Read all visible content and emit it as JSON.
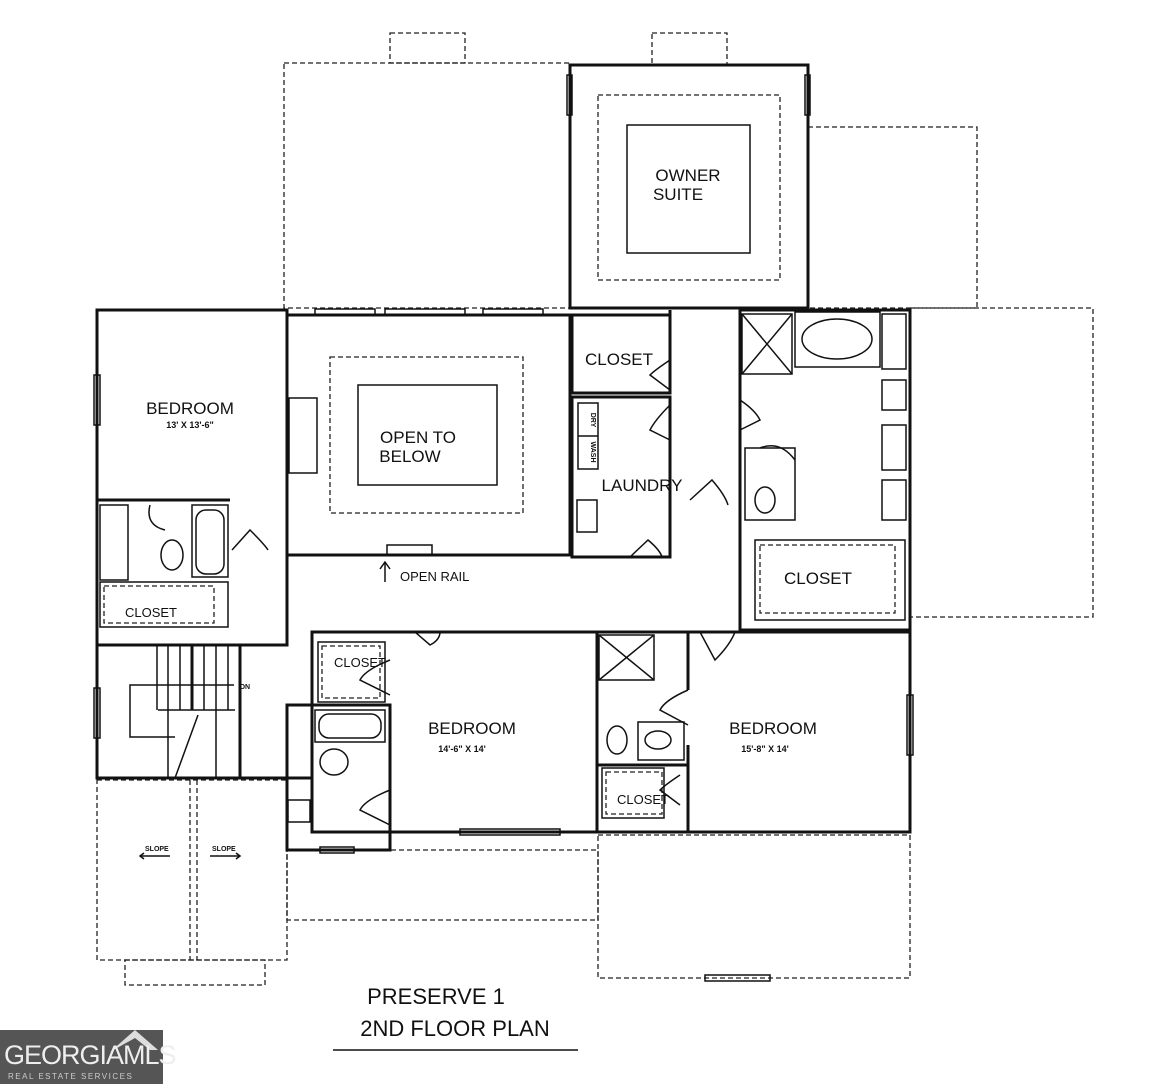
{
  "plan": {
    "title_line1": "PRESERVE 1",
    "title_line2": "2ND FLOOR PLAN",
    "rooms": {
      "owner_suite_1": "OWNER",
      "owner_suite_2": "SUITE",
      "open_below_1": "OPEN TO",
      "open_below_2": "BELOW",
      "bedroom1": "BEDROOM",
      "bedroom1_dim": "13' X 13'-6\"",
      "bedroom2": "BEDROOM",
      "bedroom2_dim": "14'-6\" X 14'",
      "bedroom3": "BEDROOM",
      "bedroom3_dim": "15'-8\" X 14'",
      "closet_top": "CLOSET",
      "closet_left": "CLOSET",
      "closet_mid": "CLOSET",
      "closet_right": "CLOSET",
      "closet_owner": "CLOSET",
      "laundry": "LAUNDRY",
      "dry": "DRY",
      "wash": "WASH",
      "open_rail": "OPEN RAIL",
      "stair_dn": "DN",
      "slope_left": "SLOPE",
      "slope_right": "SLOPE"
    }
  },
  "logo": {
    "name": "GEORGIAMLS",
    "tagline": "REAL ESTATE SERVICES"
  }
}
